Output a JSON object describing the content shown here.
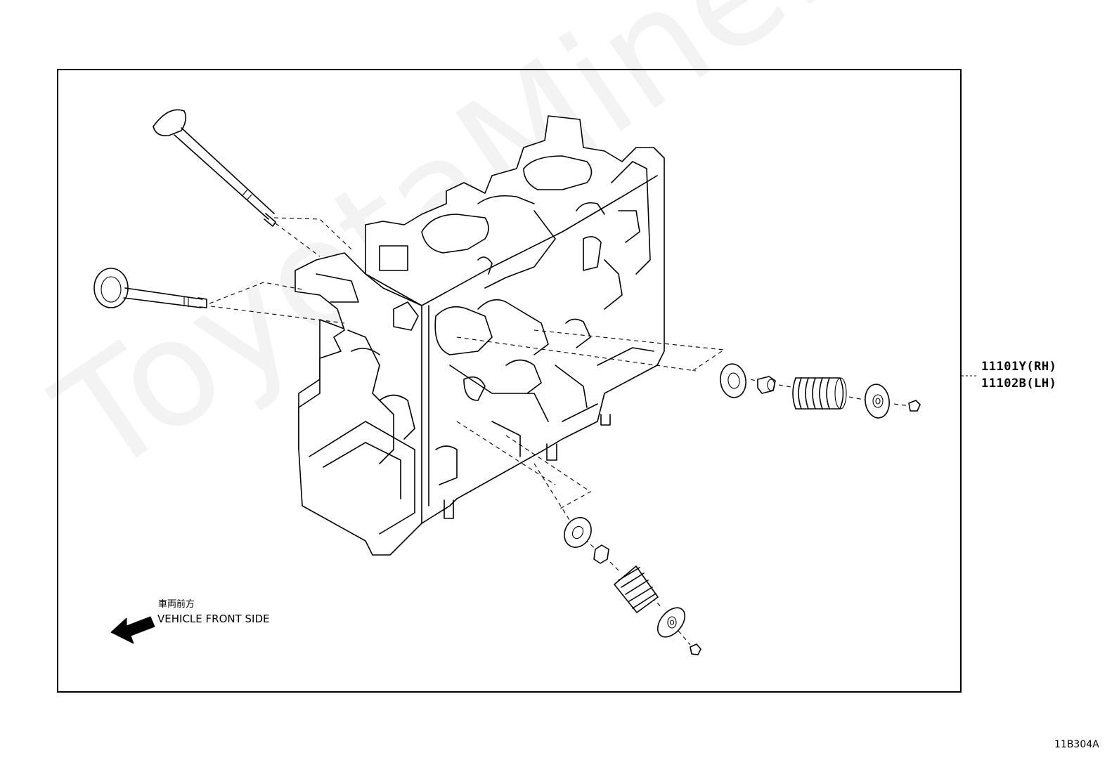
{
  "diagram": {
    "part_numbers": [
      "11101Y(RH)",
      "11102B(LH)"
    ],
    "front_label_jp": "車両前方",
    "front_label_en": "VEHICLE FRONT SIDE",
    "diagram_id": "11B304A",
    "watermark": "ToyotaMine.ru"
  },
  "icons": {
    "direction_arrow": "left-arrow-icon"
  }
}
